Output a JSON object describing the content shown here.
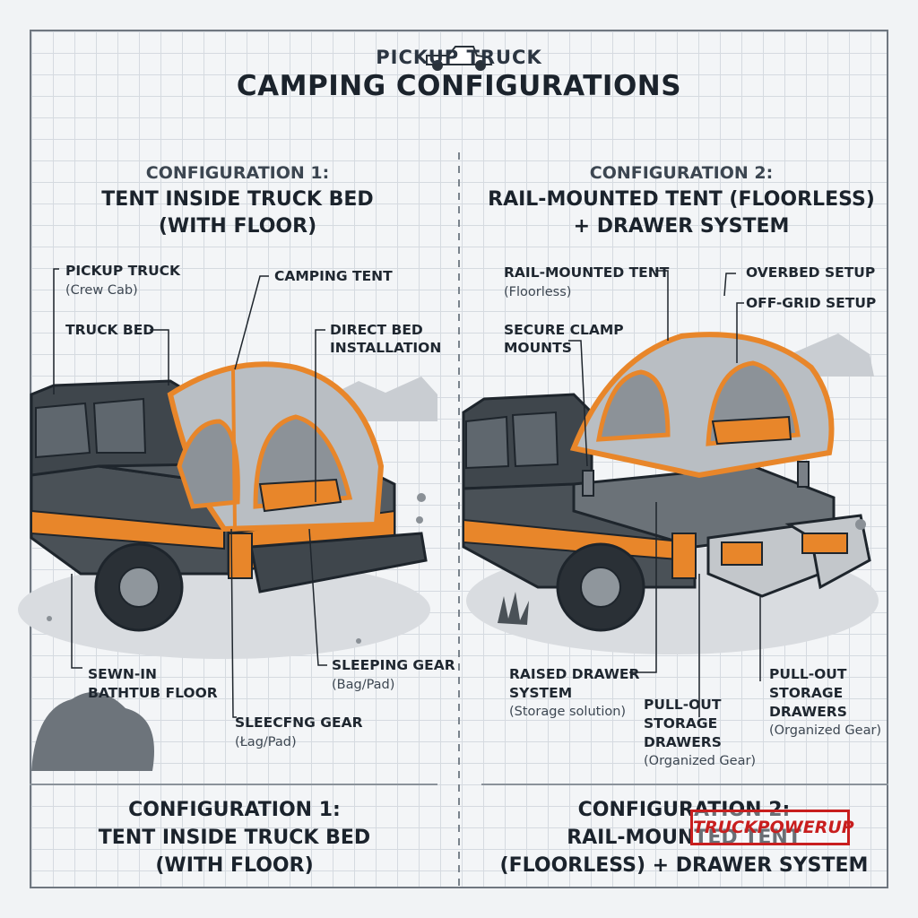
{
  "header": {
    "title_small": "PICKUP TRUCK",
    "title_large": "CAMPING CONFIGURATIONS"
  },
  "config1": {
    "kicker": "CONFIGURATION 1:",
    "name_line1": "TENT INSIDE TRUCK BED",
    "name_line2": "(WITH FLOOR)",
    "labels": {
      "pickup_truck": "PICKUP TRUCK",
      "pickup_truck_sub": "(Crew Cab)",
      "truck_bed": "TRUCK BED",
      "camping_tent": "CAMPING TENT",
      "direct_bed_line1": "DIRECT BED",
      "direct_bed_line2": "INSTALLATION",
      "sewn_in_line1": "SEWN-IN",
      "sewn_in_line2": "BATHTUB FLOOR",
      "sleeping_gear": "SLEEPING GEAR",
      "sleeping_gear_sub": "(Bag/Pad)",
      "sleeping_gear_dup": "SLEECFNG GEAR",
      "sleeping_gear_dup_sub": "(Łag/Pad)"
    }
  },
  "config2": {
    "kicker": "CONFIGURATION 2:",
    "name_line1": "RAIL-MOUNTED TENT (FLOORLESS)",
    "name_line2": "+ DRAWER SYSTEM",
    "labels": {
      "rail_tent": "RAIL-MOUNTED TENT",
      "rail_tent_sub": "(Floorless)",
      "overbed": "OVERBED SETUP",
      "offgrid": "OFF-GRID SETUP",
      "clamp_line1": "SECURE CLAMP",
      "clamp_line2": "MOUNTS",
      "raised_line1": "RAISED DRAWER",
      "raised_line2": "SYSTEM",
      "raised_sub": "(Storage solution)",
      "pullout_a_line1": "PULL-OUT",
      "pullout_a_line2": "STORAGE",
      "pullout_a_line3": "DRAWERS",
      "pullout_a_sub": "(Organized Gear)",
      "pullout_b_line1": "PULL-OUT",
      "pullout_b_line2": "STORAGE",
      "pullout_b_line3": "DRAWERS",
      "pullout_b_sub": "(Organized Gear)"
    }
  },
  "footer": {
    "left_line1": "CONFIGURATION 1:",
    "left_line2": "TENT INSIDE TRUCK BED",
    "left_line3": "(WITH FLOOR)",
    "right_line1": "CONFIGURATION 2:",
    "right_line2": "RAIL-MOUNTED TENT",
    "right_line3": "(FLOORLESS) + DRAWER SYSTEM"
  },
  "watermark": "TRUCKPOWERUP",
  "colors": {
    "truck_body": "#4a5157",
    "accent_orange": "#e8862a",
    "tent_gray": "#b9bec3",
    "outline": "#1e252c",
    "watermark_red": "#c81e1e"
  },
  "icons": [
    "pickup-truck-icon"
  ]
}
